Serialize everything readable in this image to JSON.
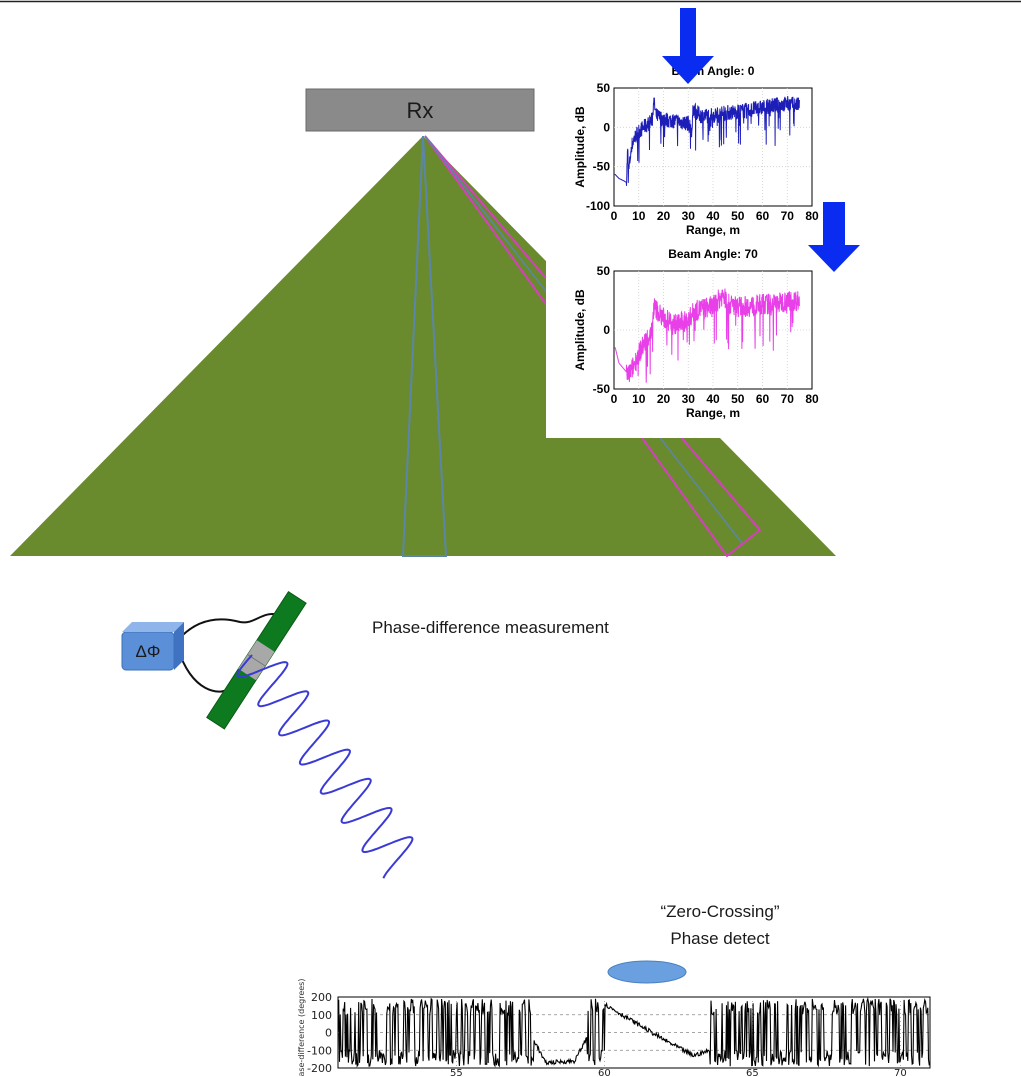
{
  "rx_label": "Rx",
  "phase_caption": "Phase-difference measurement",
  "delta_phi_label": "ΔΦ",
  "zero_crossing_line1": "“Zero-Crossing”",
  "zero_crossing_line2": "Phase detect",
  "colors": {
    "fan": "#6a8a2e",
    "beam_outline": "#5b86a8",
    "beam70": "#d63fbf",
    "blue_series": "#1d1db8",
    "magenta_series": "#e83fe8",
    "arrow": "#0a2cf0",
    "rx_box": "#8a8a8a",
    "wave": "#3a3ad6",
    "dphi_box": "#5b8fd8",
    "ellipse": "#6aa0e0",
    "phase_trace": "#000000"
  },
  "chart_data": [
    {
      "type": "line",
      "title": "Beam Angle: 0",
      "xlabel": "Range, m",
      "ylabel": "Amplitude, dB",
      "xlim": [
        0,
        80
      ],
      "ylim": [
        -100,
        50
      ],
      "xticks": [
        "0",
        "10",
        "20",
        "30",
        "40",
        "50",
        "60",
        "70",
        "80"
      ],
      "yticks": [
        "50",
        "0",
        "-50",
        "-100"
      ],
      "grid": true,
      "series": [
        {
          "x": [
            0.5,
            2,
            4,
            5,
            5.5,
            6,
            7,
            8,
            10,
            12,
            14,
            15.5,
            16,
            17,
            20,
            25,
            30,
            31.5,
            32,
            33,
            35,
            40,
            45,
            50,
            55,
            60,
            65,
            70,
            75
          ],
          "values": [
            -60,
            -65,
            -68,
            -70,
            -30,
            -55,
            -25,
            -15,
            -5,
            0,
            5,
            10,
            35,
            15,
            10,
            8,
            5,
            -5,
            25,
            20,
            15,
            15,
            18,
            20,
            22,
            25,
            28,
            30,
            28
          ]
        }
      ]
    },
    {
      "type": "line",
      "title": "Beam Angle: 70",
      "xlabel": "Range, m",
      "ylabel": "Amplitude, dB",
      "xlim": [
        0,
        80
      ],
      "ylim": [
        -50,
        50
      ],
      "xticks": [
        "0",
        "10",
        "20",
        "30",
        "40",
        "50",
        "60",
        "70",
        "80"
      ],
      "yticks": [
        "50",
        "0",
        "-50"
      ],
      "grid": true,
      "series": [
        {
          "x": [
            0.5,
            2,
            4,
            6,
            8,
            10,
            12,
            14,
            15.5,
            16,
            18,
            20,
            25,
            30,
            32,
            35,
            40,
            42,
            44,
            46,
            50,
            55,
            60,
            65,
            70,
            75
          ],
          "values": [
            -15,
            -28,
            -33,
            -38,
            -30,
            -20,
            -12,
            -5,
            0,
            20,
            15,
            10,
            5,
            8,
            15,
            18,
            20,
            25,
            30,
            22,
            20,
            20,
            22,
            22,
            25,
            25
          ]
        }
      ]
    },
    {
      "type": "line",
      "ylabel": "Phase-difference (degrees)",
      "xlim": [
        51,
        71
      ],
      "ylim": [
        -200,
        200
      ],
      "xticks": [
        "55",
        "60",
        "65",
        "70"
      ],
      "yticks": [
        "200",
        "100",
        "0",
        "-100",
        "-200"
      ],
      "grid": true,
      "series": [
        {
          "x": [
            51,
            52,
            53,
            54,
            55,
            56,
            57,
            58,
            59,
            60,
            61,
            62,
            63,
            64,
            65,
            66,
            67,
            68,
            69,
            70,
            71
          ],
          "values": [
            90,
            -50,
            -90,
            -120,
            150,
            160,
            170,
            -170,
            -160,
            160,
            60,
            -40,
            -130,
            -80,
            100,
            150,
            160,
            -120,
            140,
            160,
            -60
          ]
        }
      ]
    }
  ]
}
